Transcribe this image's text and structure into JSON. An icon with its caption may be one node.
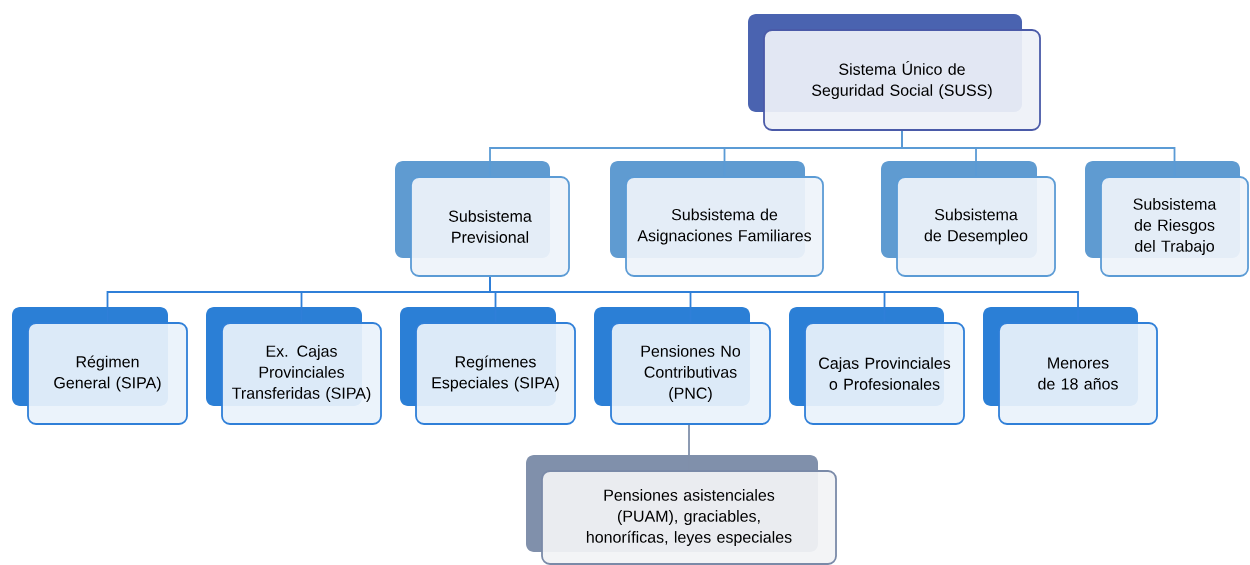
{
  "diagram": {
    "nodes": [
      {
        "text": [
          "Sistema Único de Seguridad Social (SUSS)"
        ]
      },
      {
        "text": [
          "Subsistema Previsional"
        ]
      },
      {
        "text": [
          "Subsistema de Asignaciones Familiares"
        ]
      },
      {
        "text": [
          "Subsistema de Desempleo"
        ]
      },
      {
        "text": [
          "Subsistema de Riesgos del Trabajo"
        ]
      },
      {
        "text": [
          "Régimen General (SIPA)"
        ]
      },
      {
        "text": [
          "Ex. Cajas Provinciales Transferidas (SIPA)"
        ]
      },
      {
        "text": [
          "Regímenes Especiales (SIPA)"
        ]
      },
      {
        "text": [
          "Pensiones No Contributivas (PNC)"
        ]
      },
      {
        "text": [
          "Cajas Provinciales o Profesionales"
        ]
      },
      {
        "text": [
          "Menores de 18 años"
        ]
      },
      {
        "text": [
          "Pensiones asistenciales (PUAM), graciables, honoríficas, leyes especiales"
        ]
      }
    ],
    "edges": [
      {
        "from": 0,
        "to": 1,
        "arrow": "none",
        "color": "#5b9bd5"
      },
      {
        "from": 0,
        "to": 2,
        "arrow": "none",
        "color": "#5b9bd5"
      },
      {
        "from": 0,
        "to": 3,
        "arrow": "none",
        "color": "#5b9bd5"
      },
      {
        "from": 0,
        "to": 4,
        "arrow": "none",
        "color": "#5b9bd5"
      },
      {
        "from": 1,
        "to": 5,
        "arrow": "none"
      },
      {
        "from": 1,
        "to": 6,
        "arrow": "none"
      },
      {
        "from": 1,
        "to": 7,
        "arrow": "none"
      },
      {
        "from": 1,
        "to": 8,
        "arrow": "none"
      },
      {
        "from": 1,
        "to": 9,
        "arrow": "none"
      },
      {
        "from": 1,
        "to": 10,
        "arrow": "none"
      },
      {
        "from": 8,
        "to": 11,
        "arrow": "none",
        "color": "#8090ab"
      }
    ]
  }
}
